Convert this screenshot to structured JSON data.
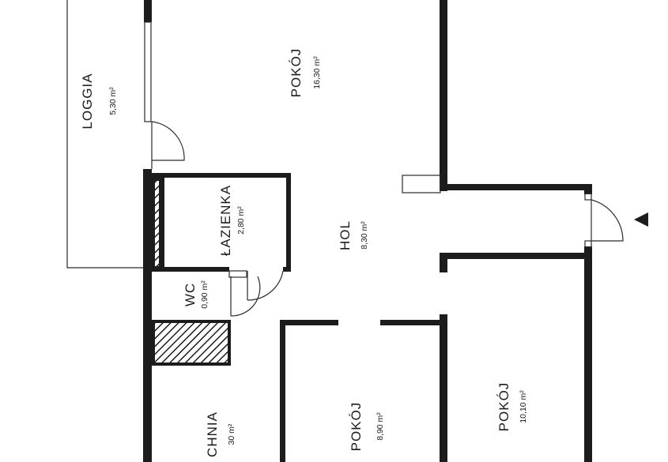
{
  "rooms": [
    {
      "id": "loggia",
      "name": "LOGGIA",
      "area": "5,30 m²"
    },
    {
      "id": "pokoj-1",
      "name": "POKÓJ",
      "area": "16,30 m²"
    },
    {
      "id": "lazienka",
      "name": "ŁAZIENKA",
      "area": "2,80 m²"
    },
    {
      "id": "hol",
      "name": "HOL",
      "area": "8,30 m²"
    },
    {
      "id": "wc",
      "name": "WC",
      "area": "0,90 m²"
    },
    {
      "id": "kuchnia",
      "name": "CHNIA",
      "area": "30 m²"
    },
    {
      "id": "pokoj-2",
      "name": "POKÓJ",
      "area": "8,90 m²"
    },
    {
      "id": "pokoj-3",
      "name": "POKÓJ",
      "area": "10,10 m²"
    }
  ],
  "entrance_icon": "triangle-entrance-icon",
  "colors": {
    "wall": "#1c1c1c",
    "background": "#ffffff"
  }
}
